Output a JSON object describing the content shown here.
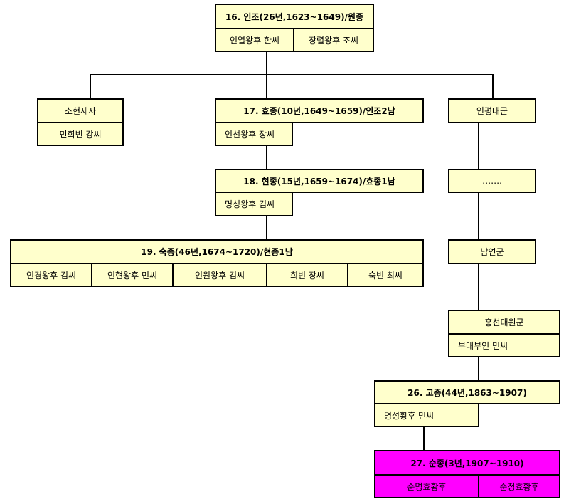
{
  "injo": {
    "title": "16. 인조(26년,1623~1649)/원종",
    "spouse1": "인열왕후 한씨",
    "spouse2": "장렬왕후 조씨"
  },
  "sohyeon": {
    "title": "소현세자",
    "spouse": "민회빈 강씨"
  },
  "hyojong": {
    "title": "17. 효종(10년,1649~1659)/인조2남",
    "spouse": "인선왕후 장씨"
  },
  "inpyeong": {
    "title": "인평대군"
  },
  "hyeonjong": {
    "title": "18. 현종(15년,1659~1674)/효종1남",
    "spouse": "명성왕후 김씨"
  },
  "ellipsis": {
    "title": "……."
  },
  "sukjong": {
    "title": "19. 숙종(46년,1674~1720)/현종1남",
    "spouses": [
      "인경왕후 김씨",
      "인현왕후 민씨",
      "인원왕후 김씨",
      "희빈 장씨",
      "숙빈 최씨"
    ]
  },
  "namyeon": {
    "title": "남연군"
  },
  "heungseon": {
    "title": "흥선대원군",
    "spouse": "부대부인 민씨"
  },
  "gojong": {
    "title": "26. 고종(44년,1863~1907)",
    "spouse": "명성황후 민씨"
  },
  "sunjong": {
    "title": "27. 순종(3년,1907~1910)",
    "spouse1": "순명효황후",
    "spouse2": "순정효황후"
  },
  "colors": {
    "box": "#ffffcc",
    "highlight": "#ff00ff",
    "line": "#000000"
  }
}
